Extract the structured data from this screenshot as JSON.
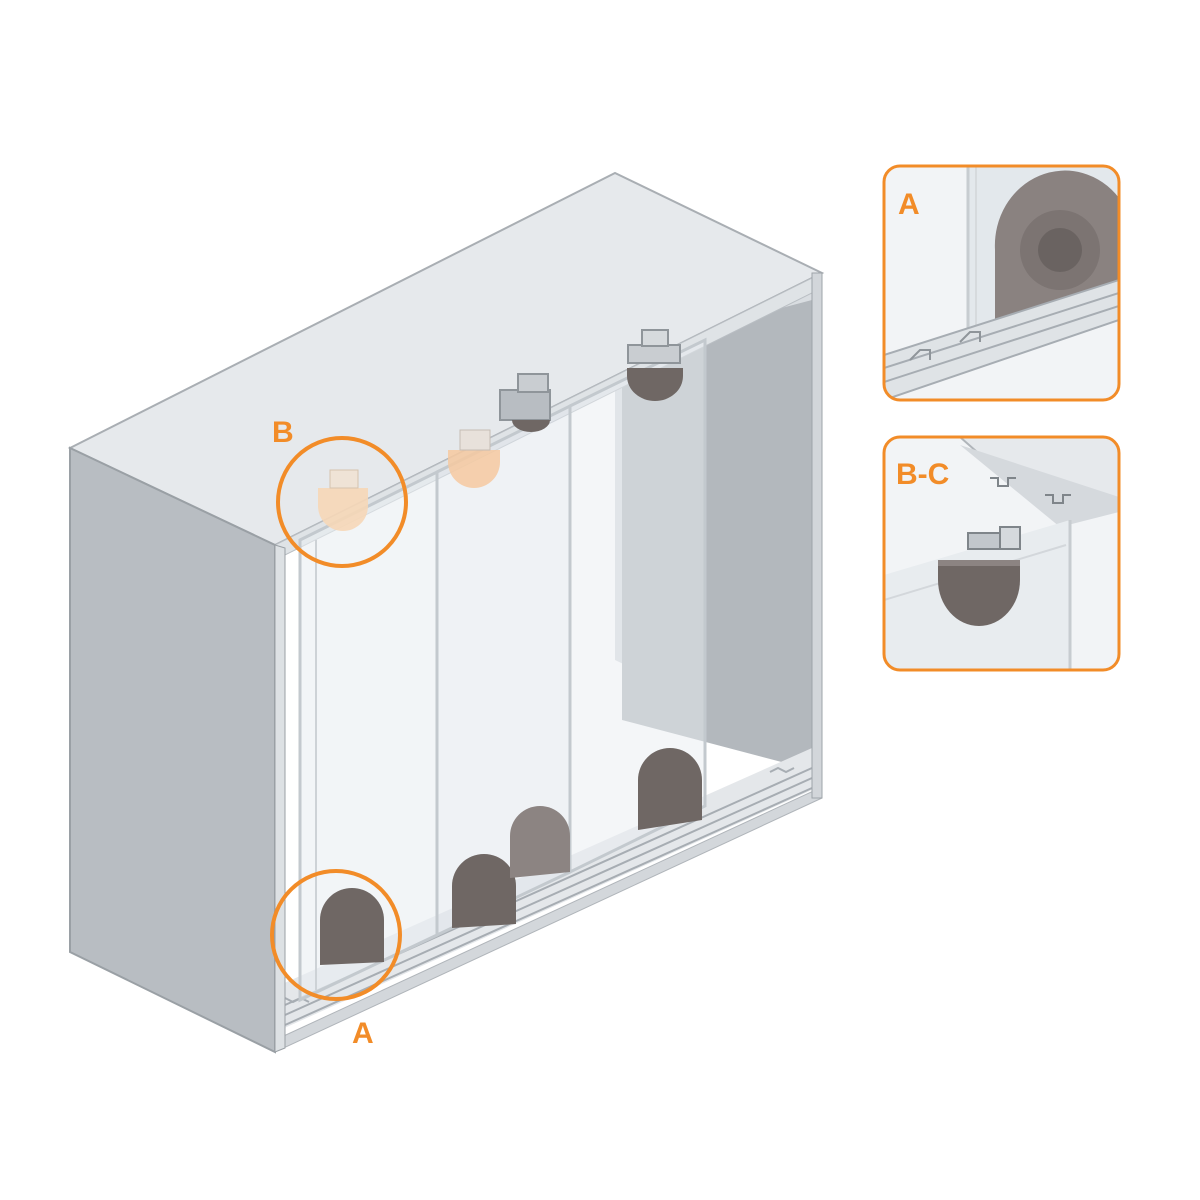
{
  "colors": {
    "accent": "#F28C28",
    "frame_outline": "#8E9499",
    "panel_light": "#E9ECEF",
    "panel_mid": "#C9CDD1",
    "panel_dark": "#A7ADB3",
    "glass": "#DDE3E8",
    "roller": "#6F6764",
    "roller_light": "#8C8482",
    "bracket": "#B9BEC3",
    "background": "#FFFFFF"
  },
  "main_callouts": {
    "top_label": "B",
    "bottom_label": "A"
  },
  "detail_panels": {
    "a_label": "A",
    "bc_label": "B-C"
  },
  "icons": [
    "bottom-roller-icon",
    "top-guide-icon",
    "track-rail-icon"
  ]
}
